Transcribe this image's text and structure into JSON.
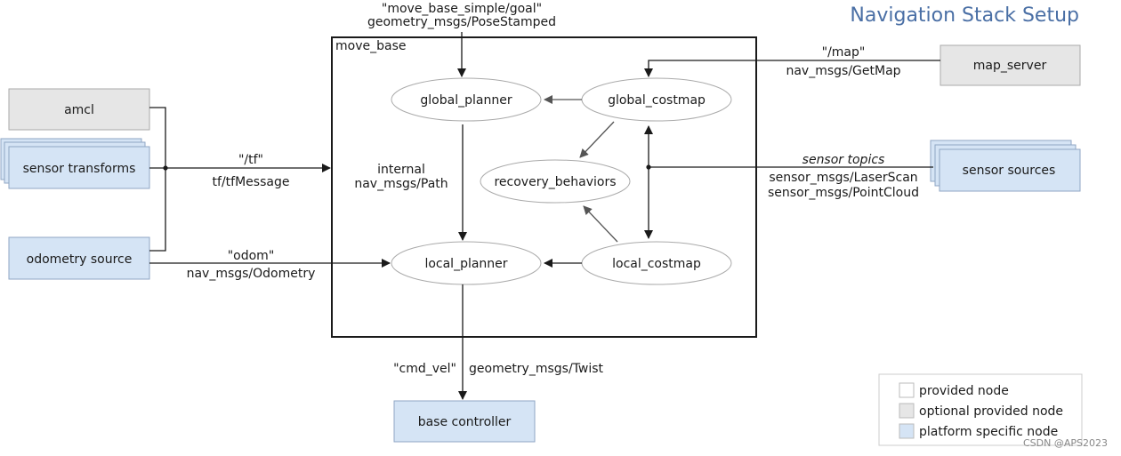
{
  "title": "Navigation Stack Setup",
  "container": {
    "label": "move_base"
  },
  "nodes": {
    "amcl": "amcl",
    "sensor_transforms": "sensor transforms",
    "odometry_source": "odometry source",
    "map_server": "map_server",
    "sensor_sources": "sensor sources",
    "base_controller": "base controller",
    "global_planner": "global_planner",
    "global_costmap": "global_costmap",
    "recovery_behaviors": "recovery_behaviors",
    "local_planner": "local_planner",
    "local_costmap": "local_costmap"
  },
  "edges": {
    "goal_topic": "\"move_base_simple/goal\"",
    "goal_type": "geometry_msgs/PoseStamped",
    "map_topic": "\"/map\"",
    "map_type": "nav_msgs/GetMap",
    "tf_topic": "\"/tf\"",
    "tf_type": "tf/tfMessage",
    "odom_topic": "\"odom\"",
    "odom_type": "nav_msgs/Odometry",
    "path_line1": "internal",
    "path_line2": "nav_msgs/Path",
    "sensor_heading": "sensor topics",
    "sensor_type1": "sensor_msgs/LaserScan",
    "sensor_type2": "sensor_msgs/PointCloud",
    "cmd_topic": "\"cmd_vel\"",
    "cmd_type": "geometry_msgs/Twist"
  },
  "legend": {
    "items": [
      {
        "label": "provided node",
        "color": "#ffffff"
      },
      {
        "label": "optional provided node",
        "color": "#e6e6e6"
      },
      {
        "label": "platform specific node",
        "color": "#d5e4f5"
      }
    ]
  },
  "colors": {
    "provided": "#ffffff",
    "optional": "#e6e6e6",
    "platform": "#d5e4f5",
    "title": "#4a6fa5"
  },
  "watermark": "CSDN @APS2023"
}
